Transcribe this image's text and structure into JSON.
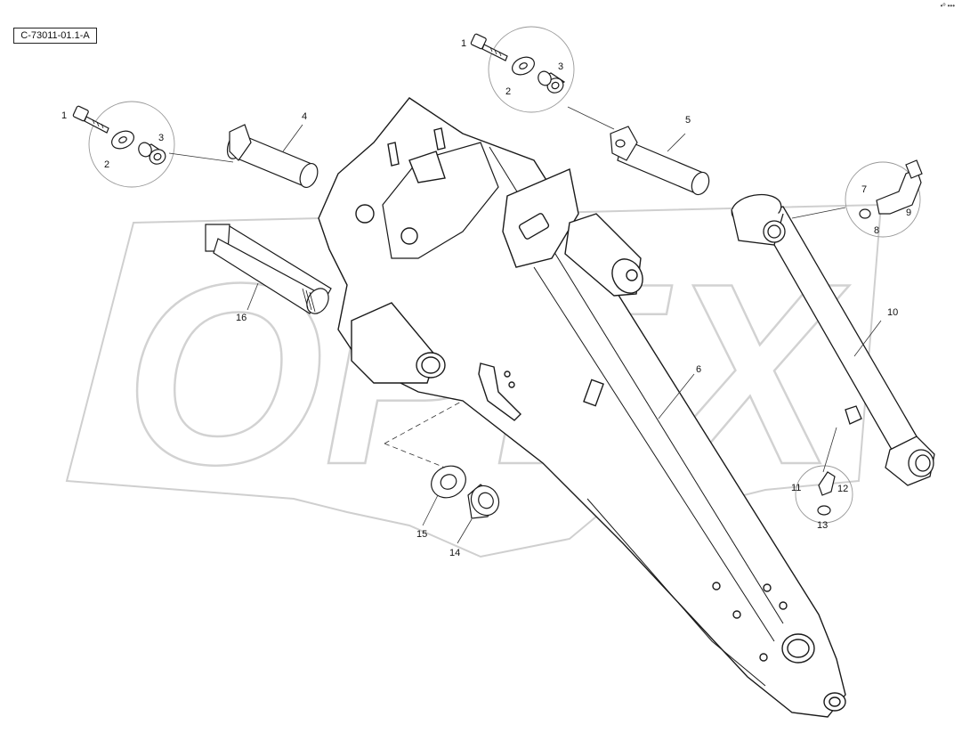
{
  "diagram": {
    "reference_code": "C-73011-01.1-A",
    "watermark": "OPEX",
    "corner_mark": "•º •••",
    "colors": {
      "line": "#1a1a1a",
      "watermark": "#c8c8c8",
      "paper": "#ffffff"
    },
    "callouts": [
      {
        "id": "c-1a",
        "label": "1"
      },
      {
        "id": "c-2a",
        "label": "2"
      },
      {
        "id": "c-3a",
        "label": "3"
      },
      {
        "id": "c-1b",
        "label": "1"
      },
      {
        "id": "c-2b",
        "label": "2"
      },
      {
        "id": "c-3b",
        "label": "3"
      },
      {
        "id": "c-4",
        "label": "4"
      },
      {
        "id": "c-5",
        "label": "5"
      },
      {
        "id": "c-6",
        "label": "6"
      },
      {
        "id": "c-7",
        "label": "7"
      },
      {
        "id": "c-8",
        "label": "8"
      },
      {
        "id": "c-9",
        "label": "9"
      },
      {
        "id": "c-10",
        "label": "10"
      },
      {
        "id": "c-11",
        "label": "11"
      },
      {
        "id": "c-12",
        "label": "12"
      },
      {
        "id": "c-13",
        "label": "13"
      },
      {
        "id": "c-14",
        "label": "14"
      },
      {
        "id": "c-15",
        "label": "15"
      },
      {
        "id": "c-16",
        "label": "16"
      }
    ]
  }
}
